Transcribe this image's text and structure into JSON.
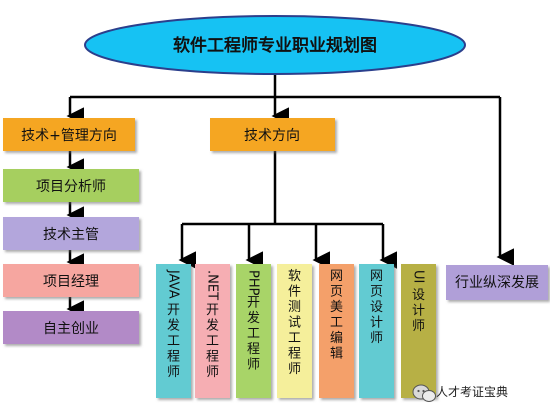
{
  "title": "软件工程师专业职业规划图",
  "branches": {
    "left": {
      "label": "技术+管理方向",
      "color": "#f5a623",
      "steps": [
        {
          "label": "项目分析师",
          "color": "#a6cf5f"
        },
        {
          "label": "技术主管",
          "color": "#b3a6dc"
        },
        {
          "label": "项目经理",
          "color": "#f6a6a0"
        },
        {
          "label": "自主创业",
          "color": "#b28ac7"
        }
      ]
    },
    "middle": {
      "label": "技术方向",
      "color": "#f5a623",
      "jobs": [
        {
          "label": "JAVA开发工程师",
          "color": "#62cbd2"
        },
        {
          "label": ".NET开发工程师",
          "color": "#f6aeb3"
        },
        {
          "label": "PHP开发工程师",
          "color": "#a8d468"
        },
        {
          "label": "软件测试工程师",
          "color": "#f5ef9b"
        },
        {
          "label": "网页美工编辑",
          "color": "#f4a06a"
        },
        {
          "label": "网页设计师",
          "color": "#62cbd2"
        },
        {
          "label": "UI设计师",
          "color": "#b7b045"
        }
      ]
    },
    "right": {
      "label": "行业纵深发展",
      "color": "#b09fd8"
    }
  },
  "colors": {
    "ellipse_fill": "#16c2f3",
    "ellipse_stroke": "#2b3f8c",
    "connector": "#000000"
  },
  "watermark": {
    "label": "人才考证宝典",
    "icon": "wechat-icon"
  }
}
